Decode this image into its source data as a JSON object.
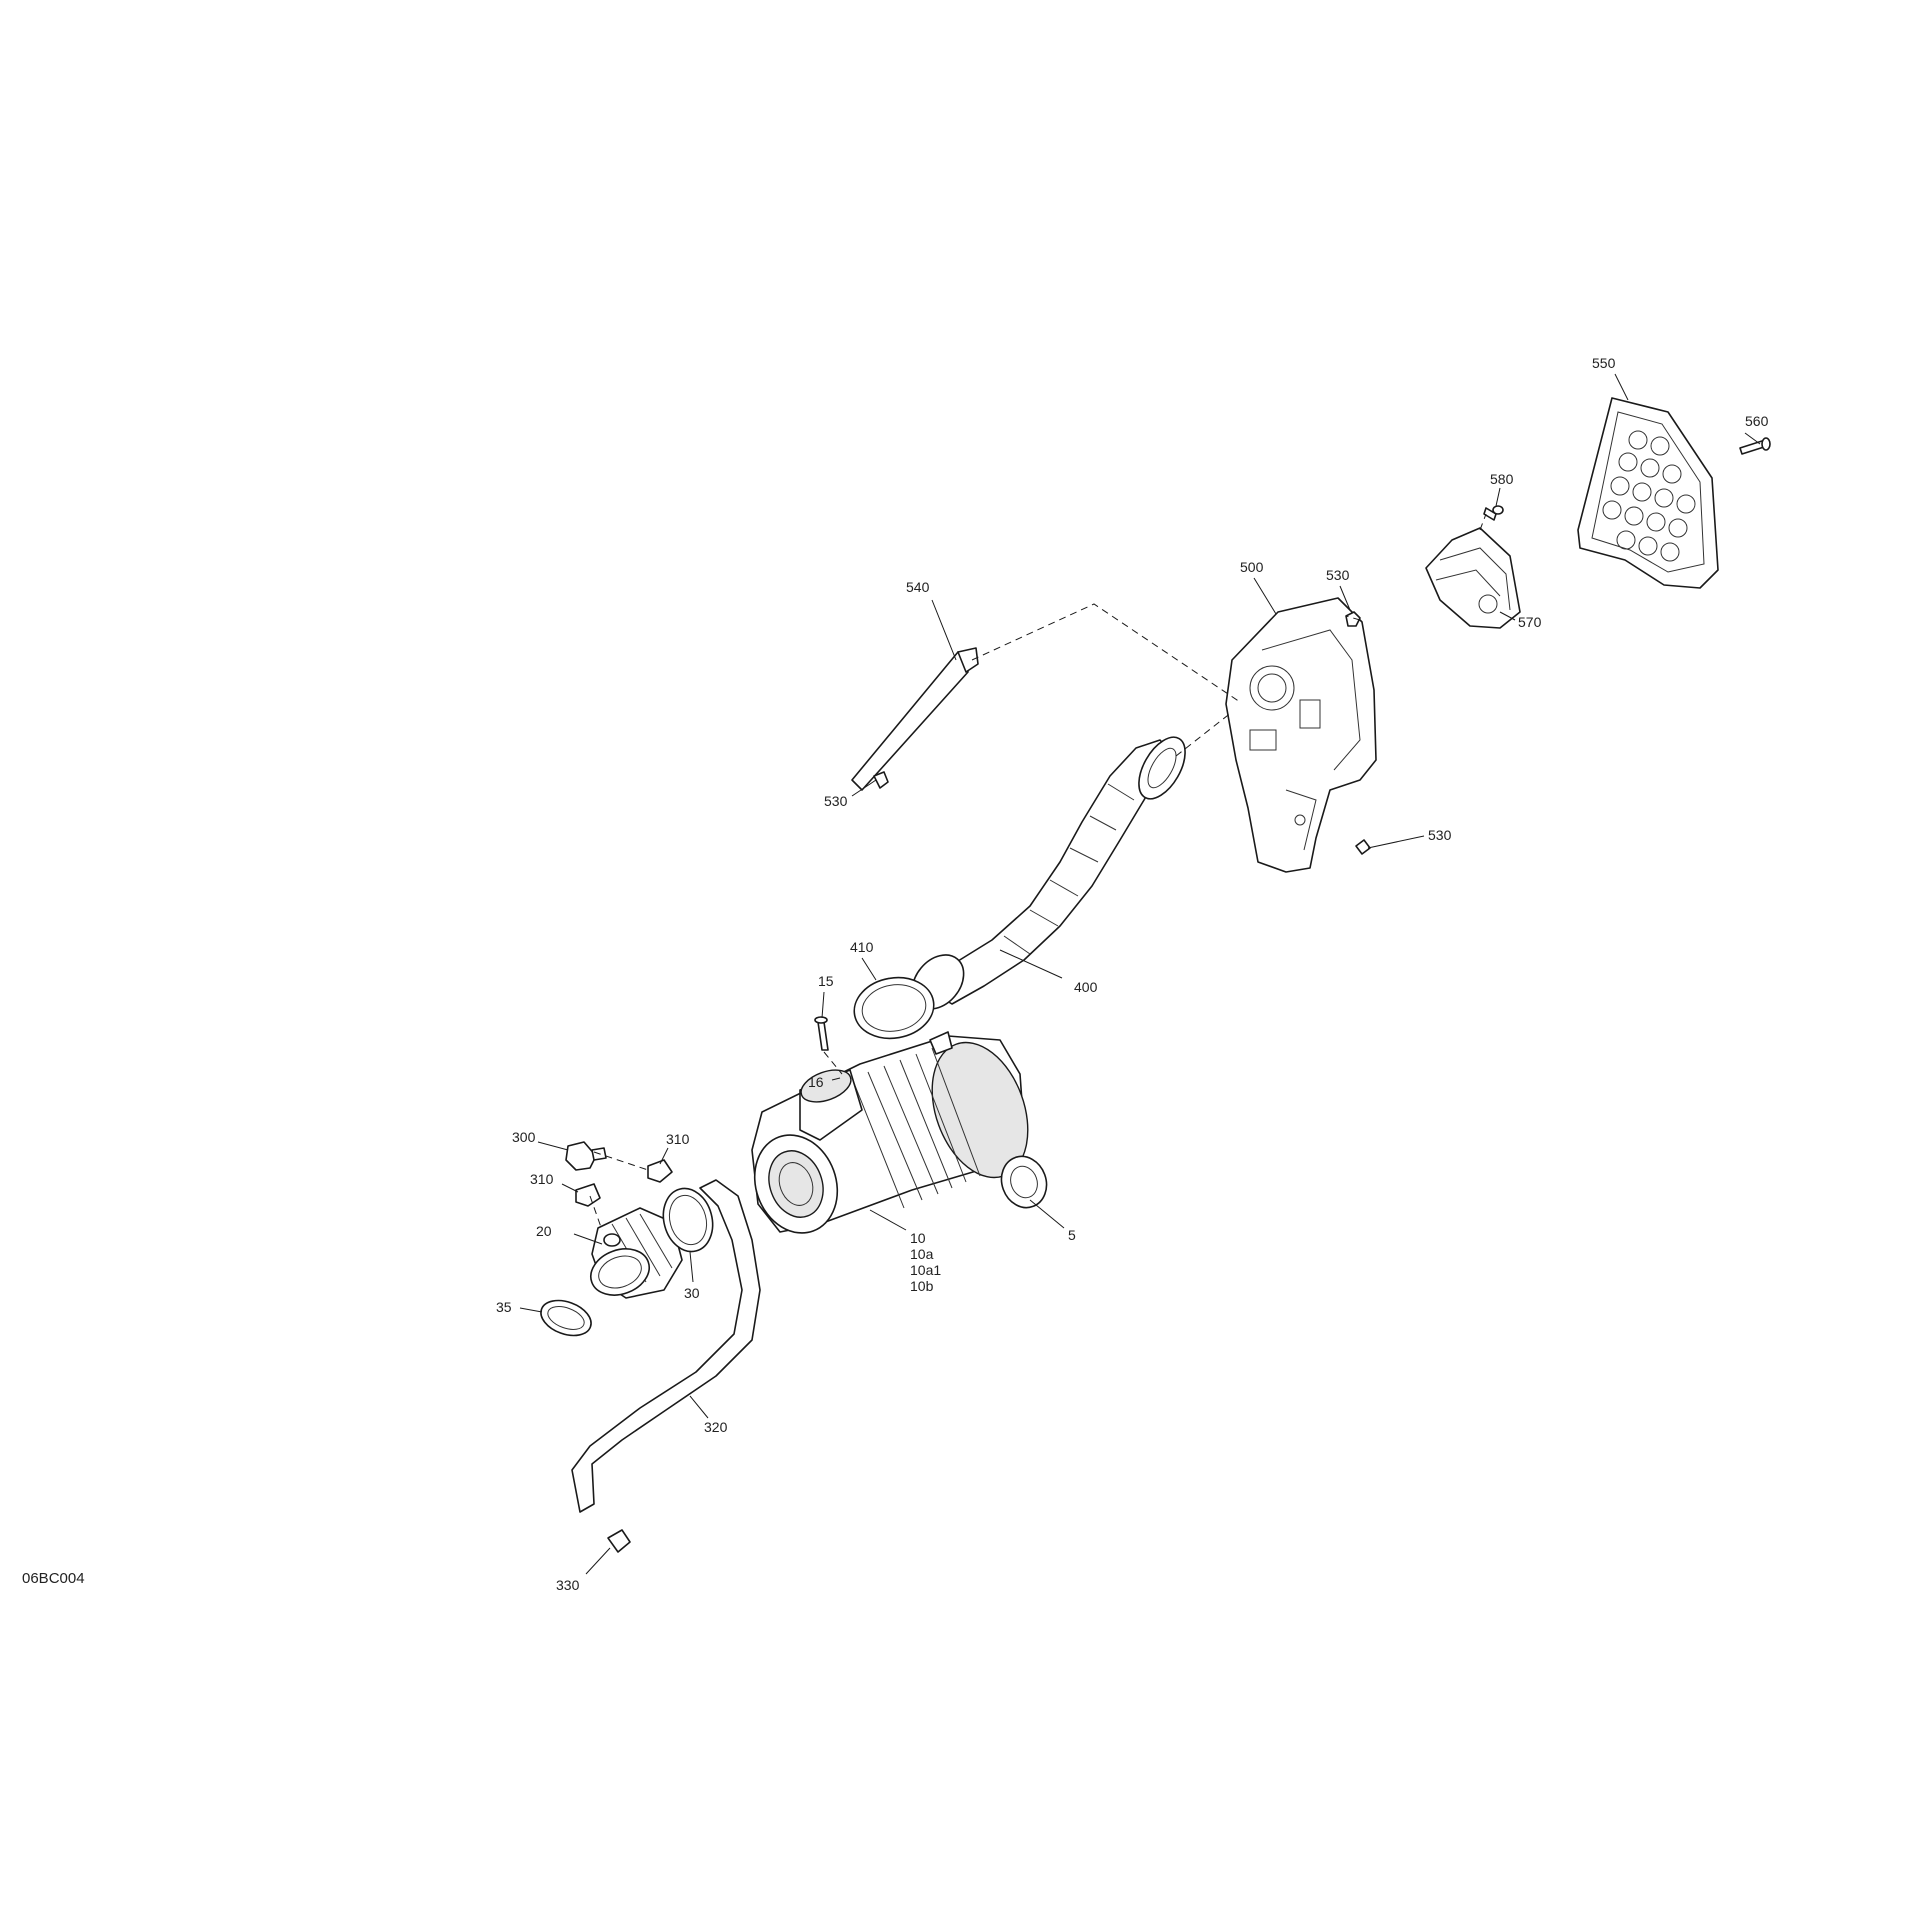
{
  "figure_id": "06BC004",
  "callouts": {
    "c5": "5",
    "c10": "10",
    "c10a": "10a",
    "c10a1": "10a1",
    "c10b": "10b",
    "c15": "15",
    "c16": "16",
    "c20": "20",
    "c30": "30",
    "c35": "35",
    "c300": "300",
    "c310_top": "310",
    "c310_left": "310",
    "c320": "320",
    "c330": "330",
    "c400": "400",
    "c410": "410",
    "c500": "500",
    "c530_upper": "530",
    "c530_left": "530",
    "c530_right": "530",
    "c540": "540",
    "c550": "550",
    "c560": "560",
    "c570": "570",
    "c580": "580"
  }
}
